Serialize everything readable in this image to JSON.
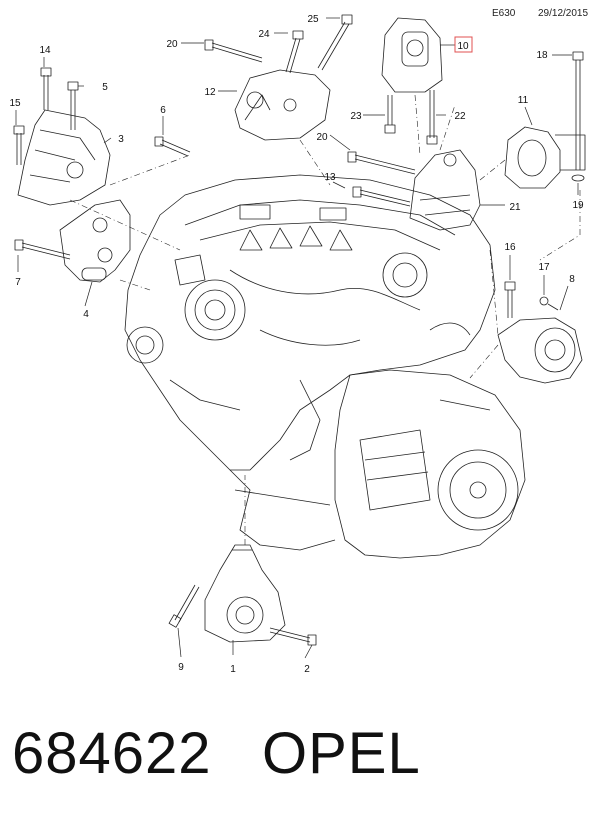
{
  "header": {
    "code": "E630",
    "date": "29/12/2015"
  },
  "callouts": [
    {
      "id": "c1",
      "label": "1"
    },
    {
      "id": "c2",
      "label": "2"
    },
    {
      "id": "c3",
      "label": "3"
    },
    {
      "id": "c4",
      "label": "4"
    },
    {
      "id": "c5",
      "label": "5"
    },
    {
      "id": "c6",
      "label": "6"
    },
    {
      "id": "c7",
      "label": "7"
    },
    {
      "id": "c8",
      "label": "8"
    },
    {
      "id": "c9",
      "label": "9"
    },
    {
      "id": "c10",
      "label": "10",
      "highlighted": true
    },
    {
      "id": "c11",
      "label": "11"
    },
    {
      "id": "c12",
      "label": "12"
    },
    {
      "id": "c13",
      "label": "13"
    },
    {
      "id": "c14",
      "label": "14"
    },
    {
      "id": "c15",
      "label": "15"
    },
    {
      "id": "c16",
      "label": "16"
    },
    {
      "id": "c17",
      "label": "17"
    },
    {
      "id": "c18",
      "label": "18"
    },
    {
      "id": "c19",
      "label": "19"
    },
    {
      "id": "c20a",
      "label": "20"
    },
    {
      "id": "c20b",
      "label": "20"
    },
    {
      "id": "c21",
      "label": "21"
    },
    {
      "id": "c22",
      "label": "22"
    },
    {
      "id": "c23",
      "label": "23"
    },
    {
      "id": "c24",
      "label": "24"
    },
    {
      "id": "c25",
      "label": "25"
    }
  ],
  "footer": {
    "part_number": "684622",
    "brand": "OPEL"
  },
  "colors": {
    "line": "#222222",
    "highlight": "#e05050",
    "background": "#ffffff"
  }
}
